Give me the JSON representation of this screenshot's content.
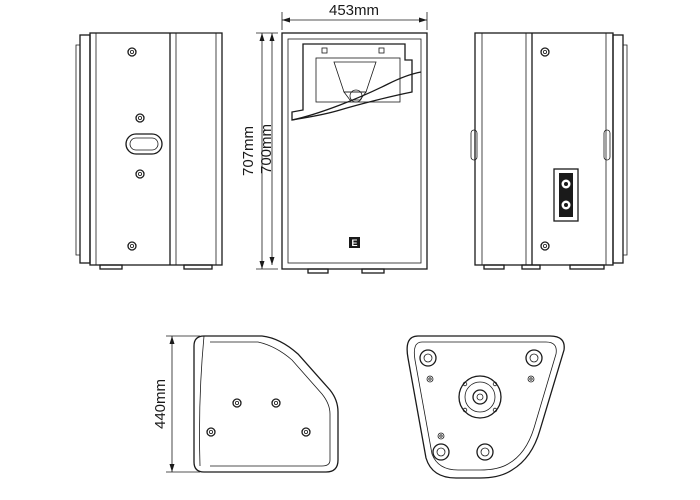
{
  "dimensions": {
    "width": "453mm",
    "height_outer": "707mm",
    "height_inner": "700mm",
    "depth": "440mm"
  },
  "logo": {
    "text": "E"
  },
  "colors": {
    "line": "#1a1a1a",
    "background": "#ffffff"
  }
}
